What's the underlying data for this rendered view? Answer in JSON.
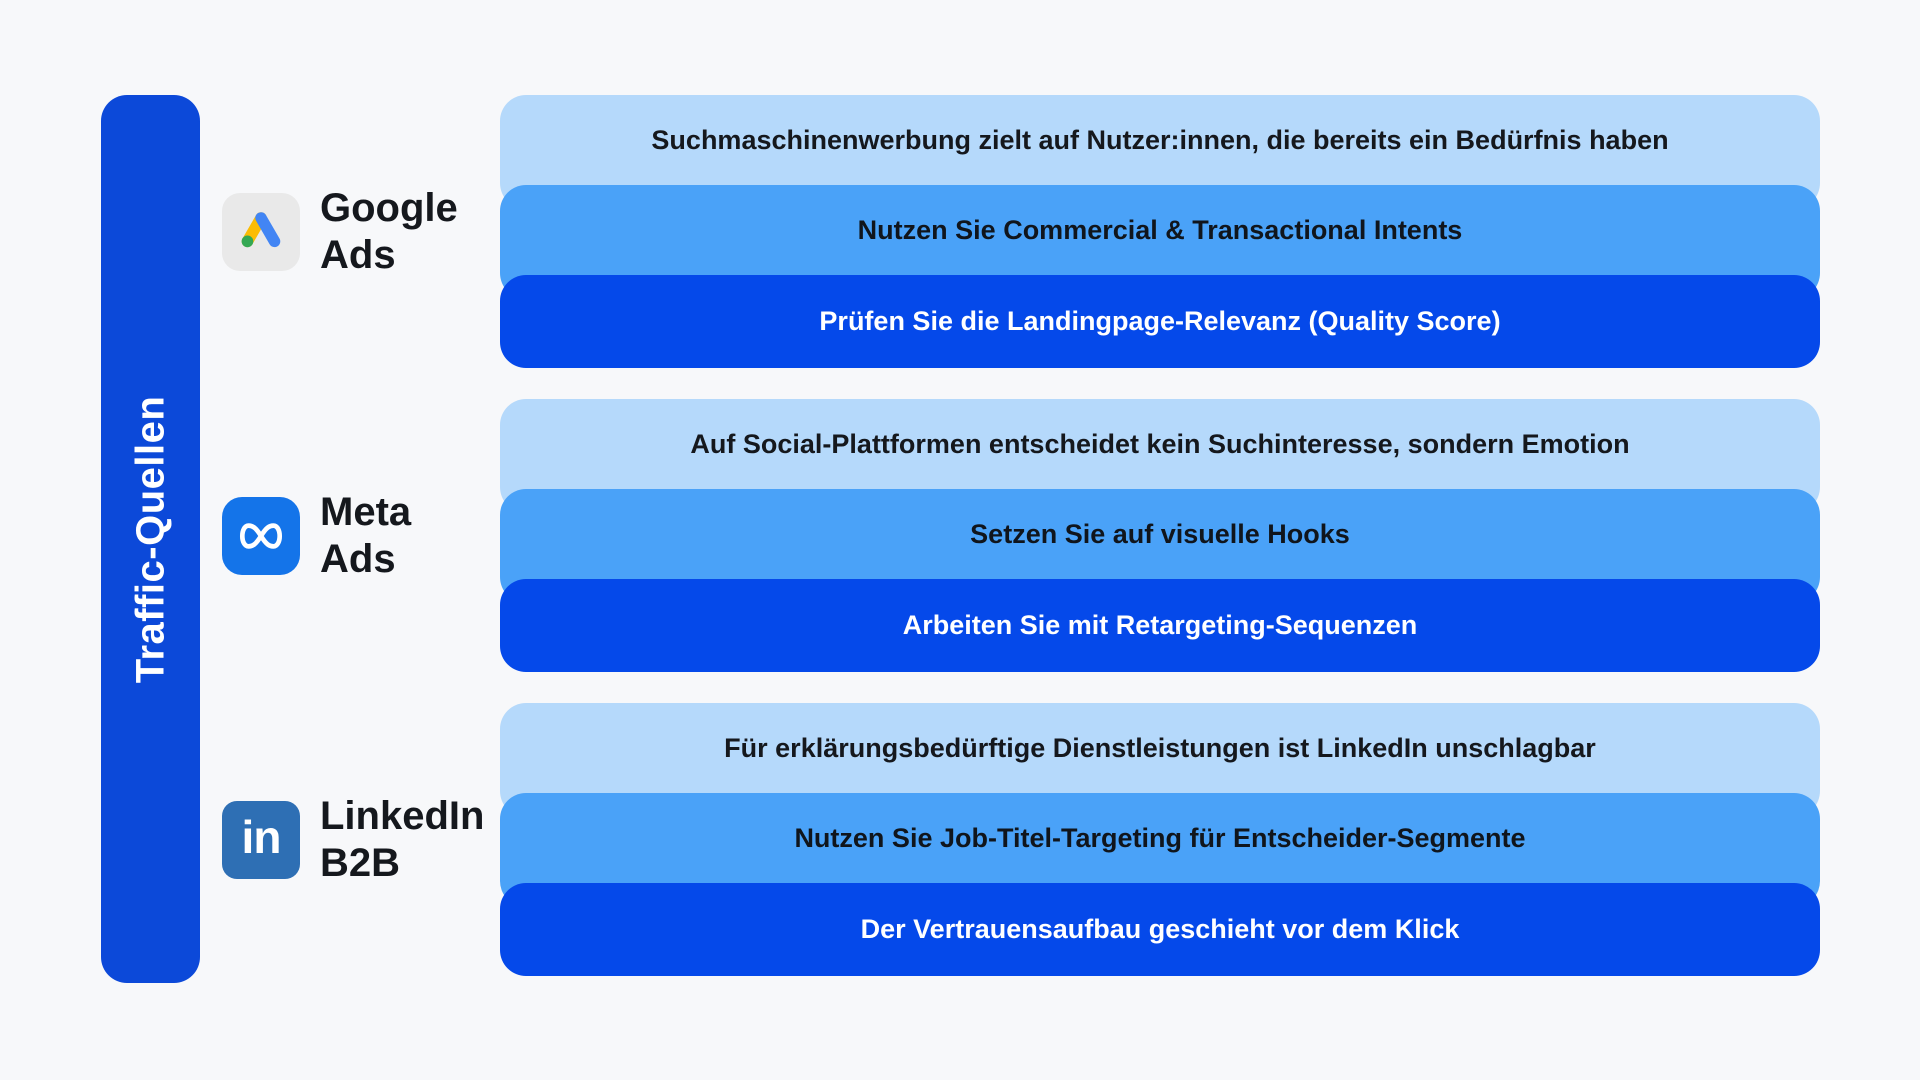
{
  "page": {
    "background": "#f7f8fa"
  },
  "sidebar": {
    "label": "Traffic-Quellen",
    "color": "#0c49d9"
  },
  "colors": {
    "row_light": "#b5d9fb",
    "row_medium": "#4aa2f8",
    "row_dark": "#0549ea",
    "meta_blue": "#1474e9",
    "linkedin_blue": "#2e6fb4",
    "google_tile_gray": "#e9e9e9",
    "google_yellow": "#FBBC04",
    "google_blue": "#4285F4",
    "google_green": "#34A853",
    "text_dark": "#15181d",
    "text_light": "#ffffff"
  },
  "icons": {
    "linkedin_glyph": "in"
  },
  "groups": [
    {
      "channel": {
        "name": "Google Ads",
        "lines": [
          "Google",
          "Ads"
        ]
      },
      "rows": [
        "Suchmaschinenwerbung zielt auf Nutzer:innen, die bereits ein Bedürfnis haben",
        "Nutzen Sie Commercial & Transactional Intents",
        "Prüfen Sie die Landingpage-Relevanz (Quality Score)"
      ]
    },
    {
      "channel": {
        "name": "Meta Ads",
        "lines": [
          "Meta",
          "Ads"
        ]
      },
      "rows": [
        "Auf Social-Plattformen entscheidet kein Suchinteresse, sondern Emotion",
        "Setzen Sie auf visuelle Hooks",
        "Arbeiten Sie mit Retargeting-Sequenzen"
      ]
    },
    {
      "channel": {
        "name": "LinkedIn B2B",
        "lines": [
          "LinkedIn",
          "B2B"
        ]
      },
      "rows": [
        "Für erklärungsbedürftige Dienstleistungen ist LinkedIn unschlagbar",
        "Nutzen Sie Job-Titel-Targeting für Entscheider-Segmente",
        "Der Vertrauensaufbau geschieht vor dem Klick"
      ]
    }
  ]
}
